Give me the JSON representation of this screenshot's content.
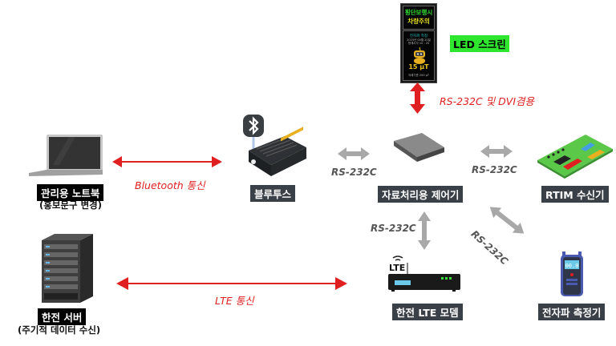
{
  "led_screen": {
    "line1": "횡단보행시",
    "line2": "차량주의",
    "title": "전자파 측정",
    "date": "2025년 00월 20일",
    "time": "현재시각 10 : 20",
    "value": "15 μT",
    "standard": "국제기준 200 μT",
    "label": "LED 스크린"
  },
  "nodes": {
    "laptop": {
      "label": "관리용 노트북",
      "sub": "(홍보문구 변경)"
    },
    "bluetooth": {
      "label": "블루투스"
    },
    "controller": {
      "label": "자료처리용 제어기"
    },
    "rtim": {
      "label": "RTIM 수신기"
    },
    "server": {
      "label": "한전 서버",
      "sub": "(주기적 데이터 수신)"
    },
    "modem": {
      "label": "한전 LTE 모뎀",
      "badge": "LTE"
    },
    "meter": {
      "label": "전자파 측정기",
      "display": "00.0"
    }
  },
  "links": {
    "bluetooth": "Bluetooth 통신",
    "lte": "LTE 통신",
    "led_link": "RS-232C 및 DVI겸용",
    "bt_ctrl": "RS-232C",
    "ctrl_rtim": "RS-232C",
    "ctrl_modem": "RS-232C",
    "ctrl_meter": "RS-232C"
  },
  "colors": {
    "red_arrow": "#e02020",
    "gray_arrow": "#a8a8a8",
    "led_tag": "#2ee62e",
    "label_bg": "#3a4048"
  }
}
